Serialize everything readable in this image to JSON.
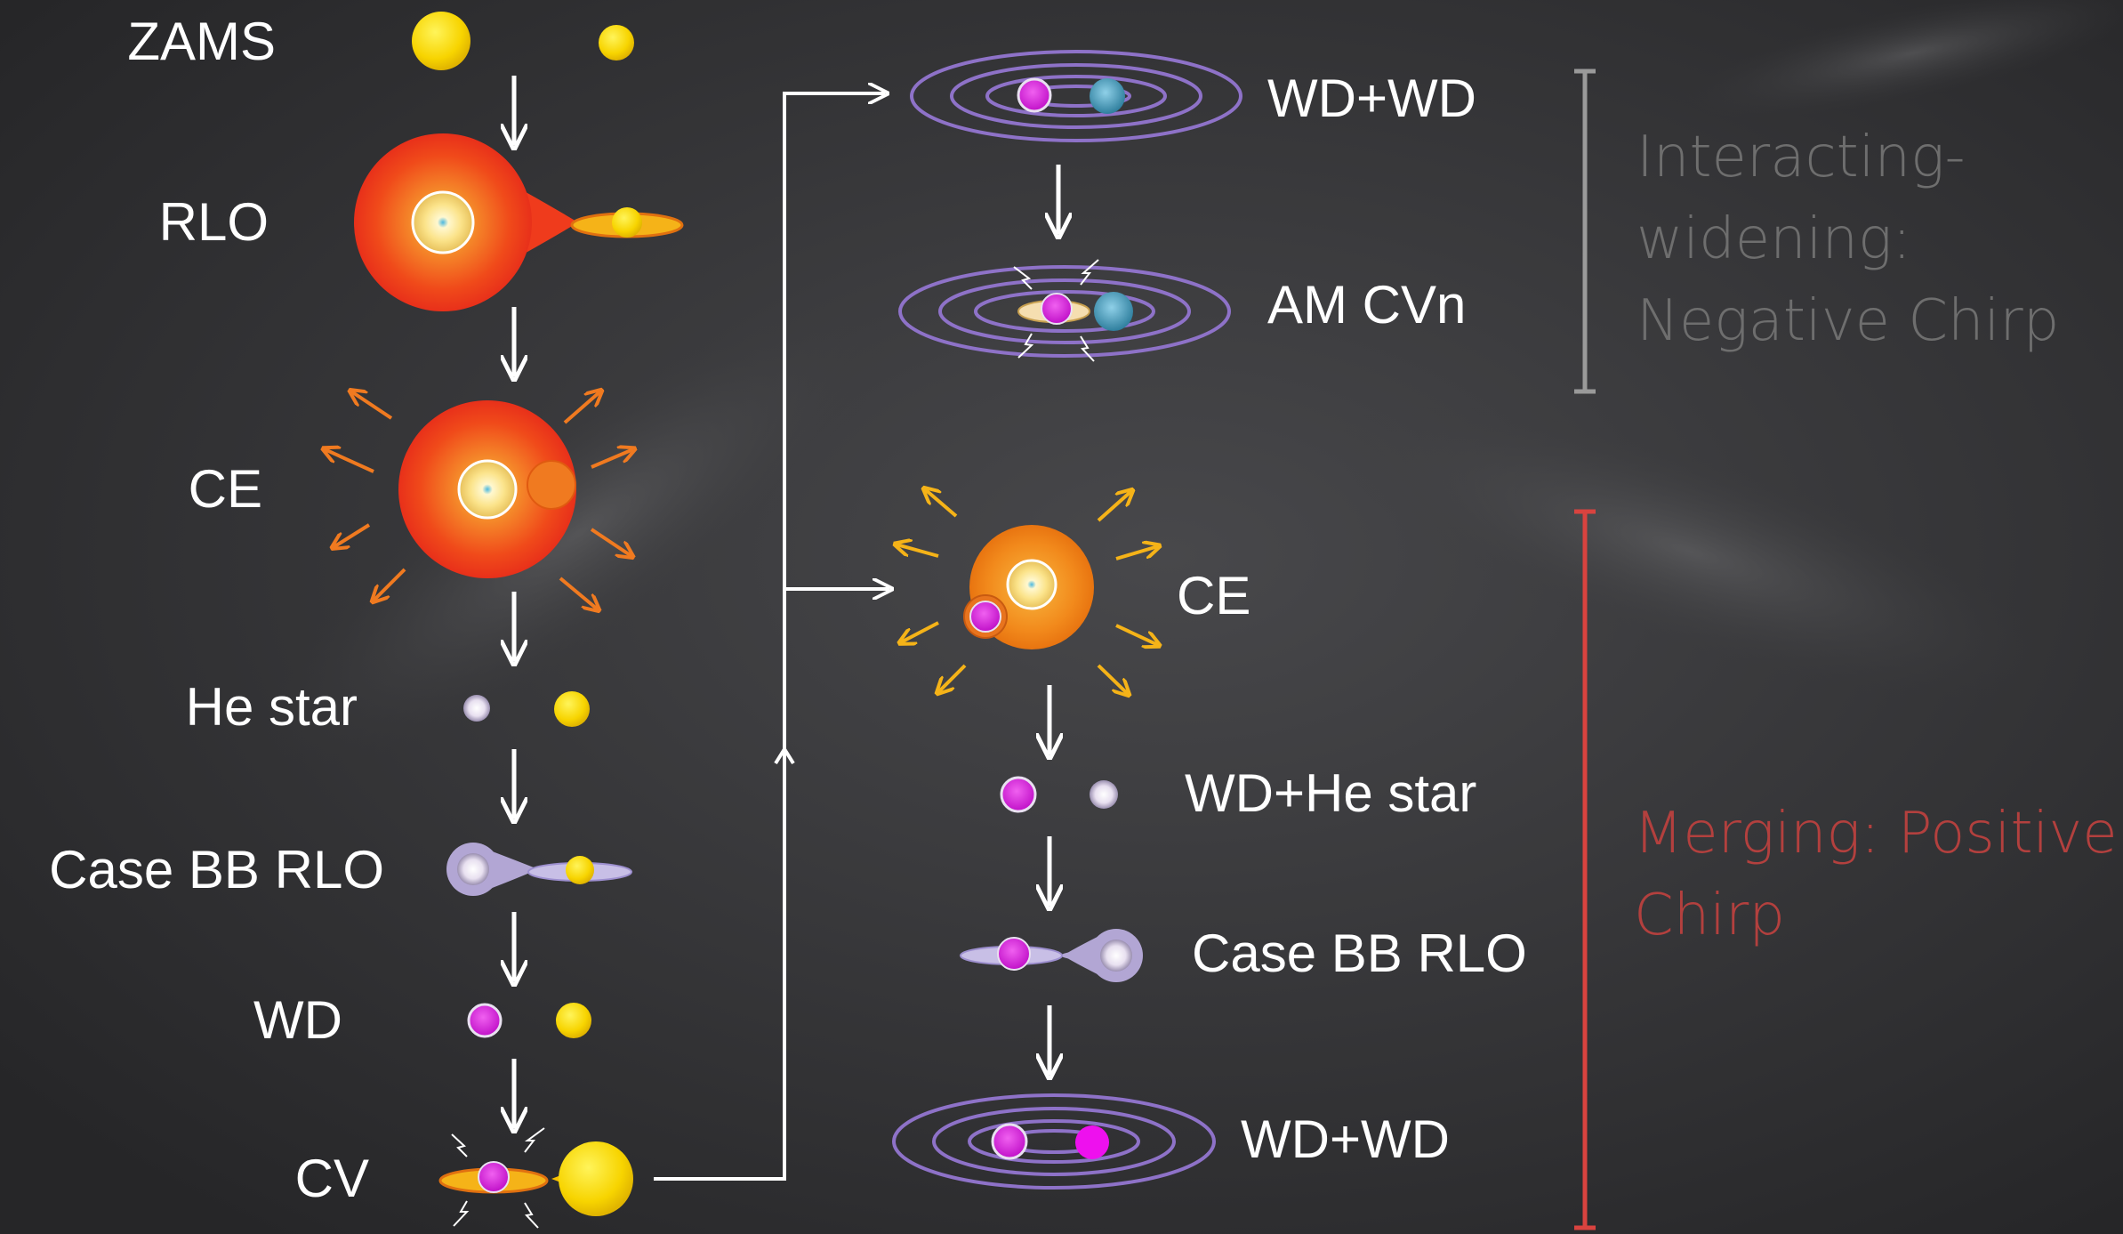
{
  "left_column": {
    "zams": "ZAMS",
    "rlo": "RLO",
    "ce": "CE",
    "he_star": "He star",
    "case_bb_rlo": "Case BB RLO",
    "wd": "WD",
    "cv": "CV"
  },
  "upper_branch": {
    "wd_wd": "WD+WD",
    "am_cvn": "AM CVn"
  },
  "lower_branch": {
    "ce": "CE",
    "wd_he_star": "WD+He star",
    "case_bb_rlo": "Case BB RLO",
    "wd_wd": "WD+WD"
  },
  "groups": {
    "interacting": [
      "Interacting-",
      "widening:",
      "Negative Chirp"
    ],
    "merging": [
      "Merging: Positive",
      "Chirp"
    ]
  },
  "colors": {
    "background": "#2e2e30",
    "arrow": "#ffffff",
    "interacting_bracket": "#9a9a9a",
    "merging_bracket": "#d9433f",
    "mass_loss_arrows_left": "#f07a20",
    "mass_loss_arrows_right": "#f5b318",
    "white_dwarf": "#d61ad8",
    "ms_star": "#f8d200",
    "orbit_lines": "#8e72c8"
  }
}
